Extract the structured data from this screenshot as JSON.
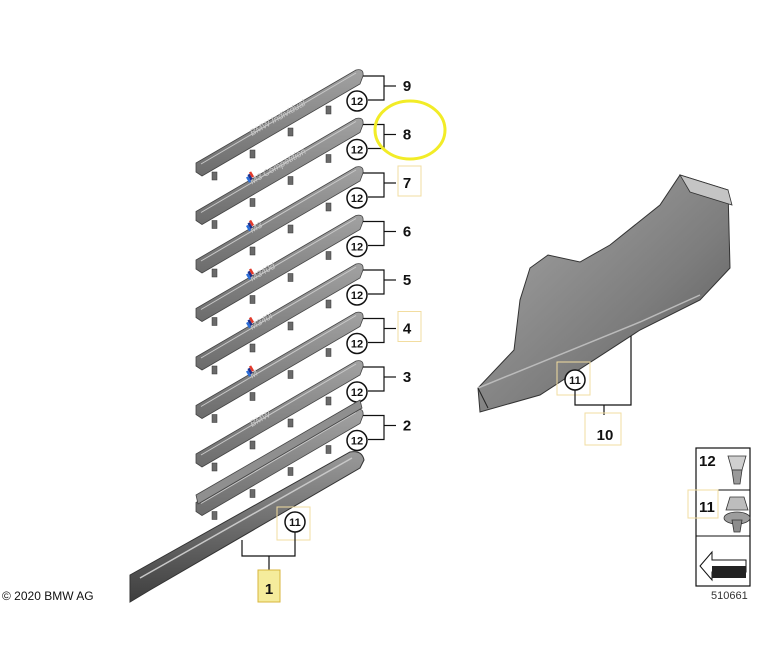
{
  "copyright": "© 2020 BMW AG",
  "drawing_number": "510661",
  "sill_trims": [
    {
      "ref": "9",
      "clip_ref": "12",
      "lettering": "BMW Individual",
      "badge": false
    },
    {
      "ref": "8",
      "clip_ref": "12",
      "lettering": "M3 Competition",
      "badge": true
    },
    {
      "ref": "7",
      "clip_ref": "12",
      "lettering": "M3",
      "badge": true
    },
    {
      "ref": "6",
      "clip_ref": "12",
      "lettering": "M340d",
      "badge": true
    },
    {
      "ref": "5",
      "clip_ref": "12",
      "lettering": "M340i",
      "badge": true
    },
    {
      "ref": "4",
      "clip_ref": "12",
      "lettering": "M",
      "badge": true
    },
    {
      "ref": "3",
      "clip_ref": "12",
      "lettering": "BMW",
      "badge": false
    },
    {
      "ref": "2",
      "clip_ref": "12",
      "lettering": "",
      "badge": false
    }
  ],
  "covers": [
    {
      "ref": "1",
      "clip_ref": "11"
    },
    {
      "ref": "10",
      "clip_ref": "11"
    }
  ],
  "legend": {
    "items": [
      {
        "ref": "12",
        "icon": "expanding-rivet-icon"
      },
      {
        "ref": "11",
        "icon": "clip-with-collar-icon"
      }
    ],
    "direction_icon": "arrow-icon"
  },
  "colors": {
    "part_fill": "#8a8a8a",
    "part_dark": "#4e4e4e",
    "highlight_circle": "#f2ec27",
    "label_box": "#f5e6b5",
    "ref_1_fill": "#f5ec9c"
  }
}
